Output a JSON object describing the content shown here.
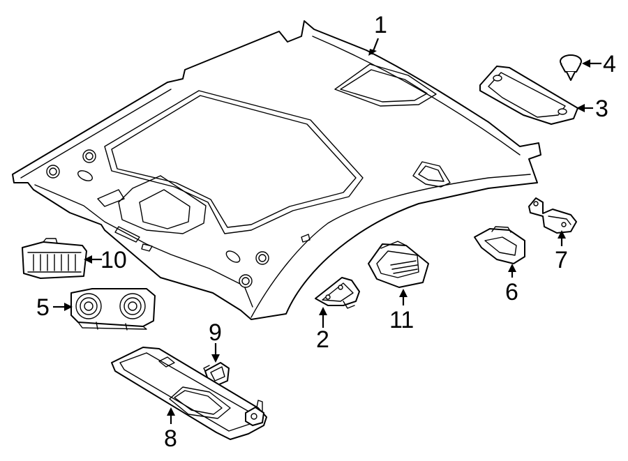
{
  "callouts": [
    {
      "id": "1",
      "label": "1",
      "part": "headliner"
    },
    {
      "id": "2",
      "label": "2",
      "part": "bracket"
    },
    {
      "id": "3",
      "label": "3",
      "part": "trim-panel"
    },
    {
      "id": "4",
      "label": "4",
      "part": "clip"
    },
    {
      "id": "5",
      "label": "5",
      "part": "reading-lamp"
    },
    {
      "id": "6",
      "label": "6",
      "part": "grab-handle-bracket"
    },
    {
      "id": "7",
      "label": "7",
      "part": "mounting-bracket"
    },
    {
      "id": "8",
      "label": "8",
      "part": "sun-visor"
    },
    {
      "id": "9",
      "label": "9",
      "part": "visor-bracket"
    },
    {
      "id": "10",
      "label": "10",
      "part": "speaker-grille"
    },
    {
      "id": "11",
      "label": "11",
      "part": "dome-lamp"
    }
  ]
}
